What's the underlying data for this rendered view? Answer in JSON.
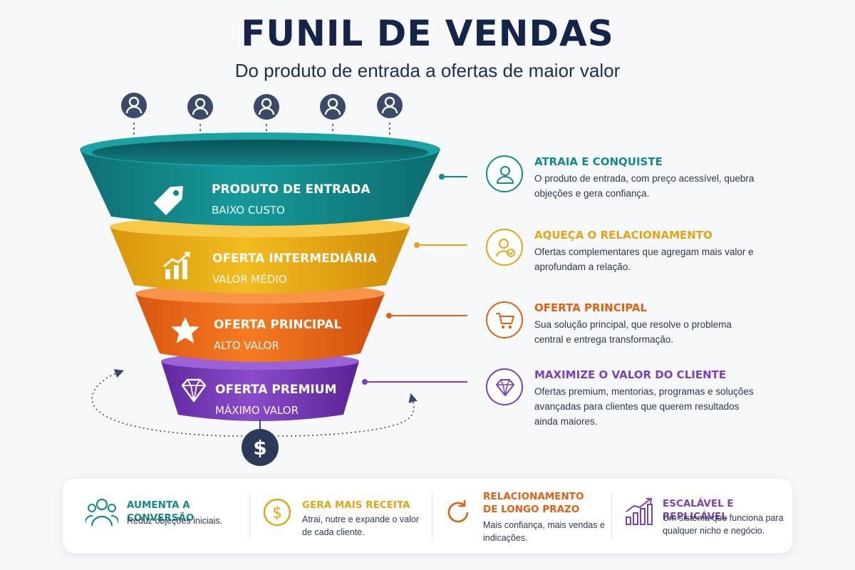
{
  "header": {
    "title": "FUNIL DE VENDAS",
    "subtitle": "Do produto de entrada a ofertas de maior valor"
  },
  "funnel": {
    "visitor_icon": "user-icon",
    "bottom_icon": "dollar-icon",
    "tiers": [
      {
        "title": "PRODUTO DE ENTRADA",
        "subtitle": "BAIXO CUSTO",
        "icon": "price-tag-icon",
        "color": "#138a8a"
      },
      {
        "title": "OFERTA INTERMEDIÁRIA",
        "subtitle": "VALOR MÉDIO",
        "icon": "growth-chart-icon",
        "color": "#e8ad16"
      },
      {
        "title": "OFERTA PRINCIPAL",
        "subtitle": "ALTO VALOR",
        "icon": "star-icon",
        "color": "#ec6a1c"
      },
      {
        "title": "OFERTA PREMIUM",
        "subtitle": "MÁXIMO VALOR",
        "icon": "diamond-icon",
        "color": "#7b3fb8"
      }
    ]
  },
  "stages": [
    {
      "title": "ATRAIA E CONQUISTE",
      "description": "O produto de entrada, com preço acessível, quebra objeções e gera confiança.",
      "icon": "user-icon",
      "color": "#138a8a"
    },
    {
      "title": "AQUEÇA O RELACIONAMENTO",
      "description": "Ofertas complementares que agregam mais valor e aprofundam a relação.",
      "icon": "user-check-icon",
      "color": "#e8a312"
    },
    {
      "title": "OFERTA PRINCIPAL",
      "description": "Sua solução principal, que resolve o problema central e entrega transformação.",
      "icon": "cart-icon",
      "color": "#e35f14"
    },
    {
      "title": "MAXIMIZE O VALOR DO CLIENTE",
      "description": "Ofertas premium, mentorias, programas e soluções avançadas para clientes que querem resultados ainda maiores.",
      "icon": "diamond-icon",
      "color": "#7b3fb8"
    }
  ],
  "benefits": [
    {
      "title": "AUMENTA A CONVERSÃO",
      "description": "Reduz objeções iniciais.",
      "icon": "people-icon",
      "color": "#138a8a"
    },
    {
      "title": "GERA MAIS RECEITA",
      "description": "Atrai, nutre e expande o valor de cada cliente.",
      "icon": "dollar-circle-icon",
      "color": "#e8a312"
    },
    {
      "title": "RELACIONAMENTO DE LONGO PRAZO",
      "description": "Mais confiança, mais vendas e indicações.",
      "icon": "refresh-icon",
      "color": "#e35f14"
    },
    {
      "title": "ESCALÁVEL E REPLICÁVEL",
      "description": "Um sistema que funciona para qualquer nicho e negócio.",
      "icon": "bar-growth-icon",
      "color": "#7b3fb8"
    }
  ]
}
